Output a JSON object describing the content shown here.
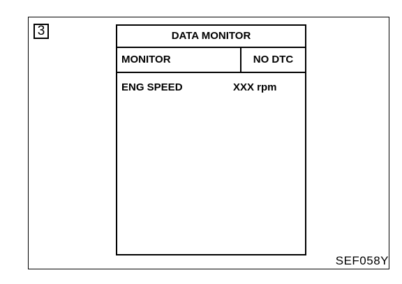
{
  "step": {
    "number": "3"
  },
  "screen": {
    "title": "DATA MONITOR",
    "header": {
      "mode_label": "MONITOR",
      "status_label": "NO DTC"
    },
    "items": [
      {
        "name": "ENG SPEED",
        "value": "XXX rpm"
      }
    ]
  },
  "figure": {
    "code": "SEF058Y"
  }
}
